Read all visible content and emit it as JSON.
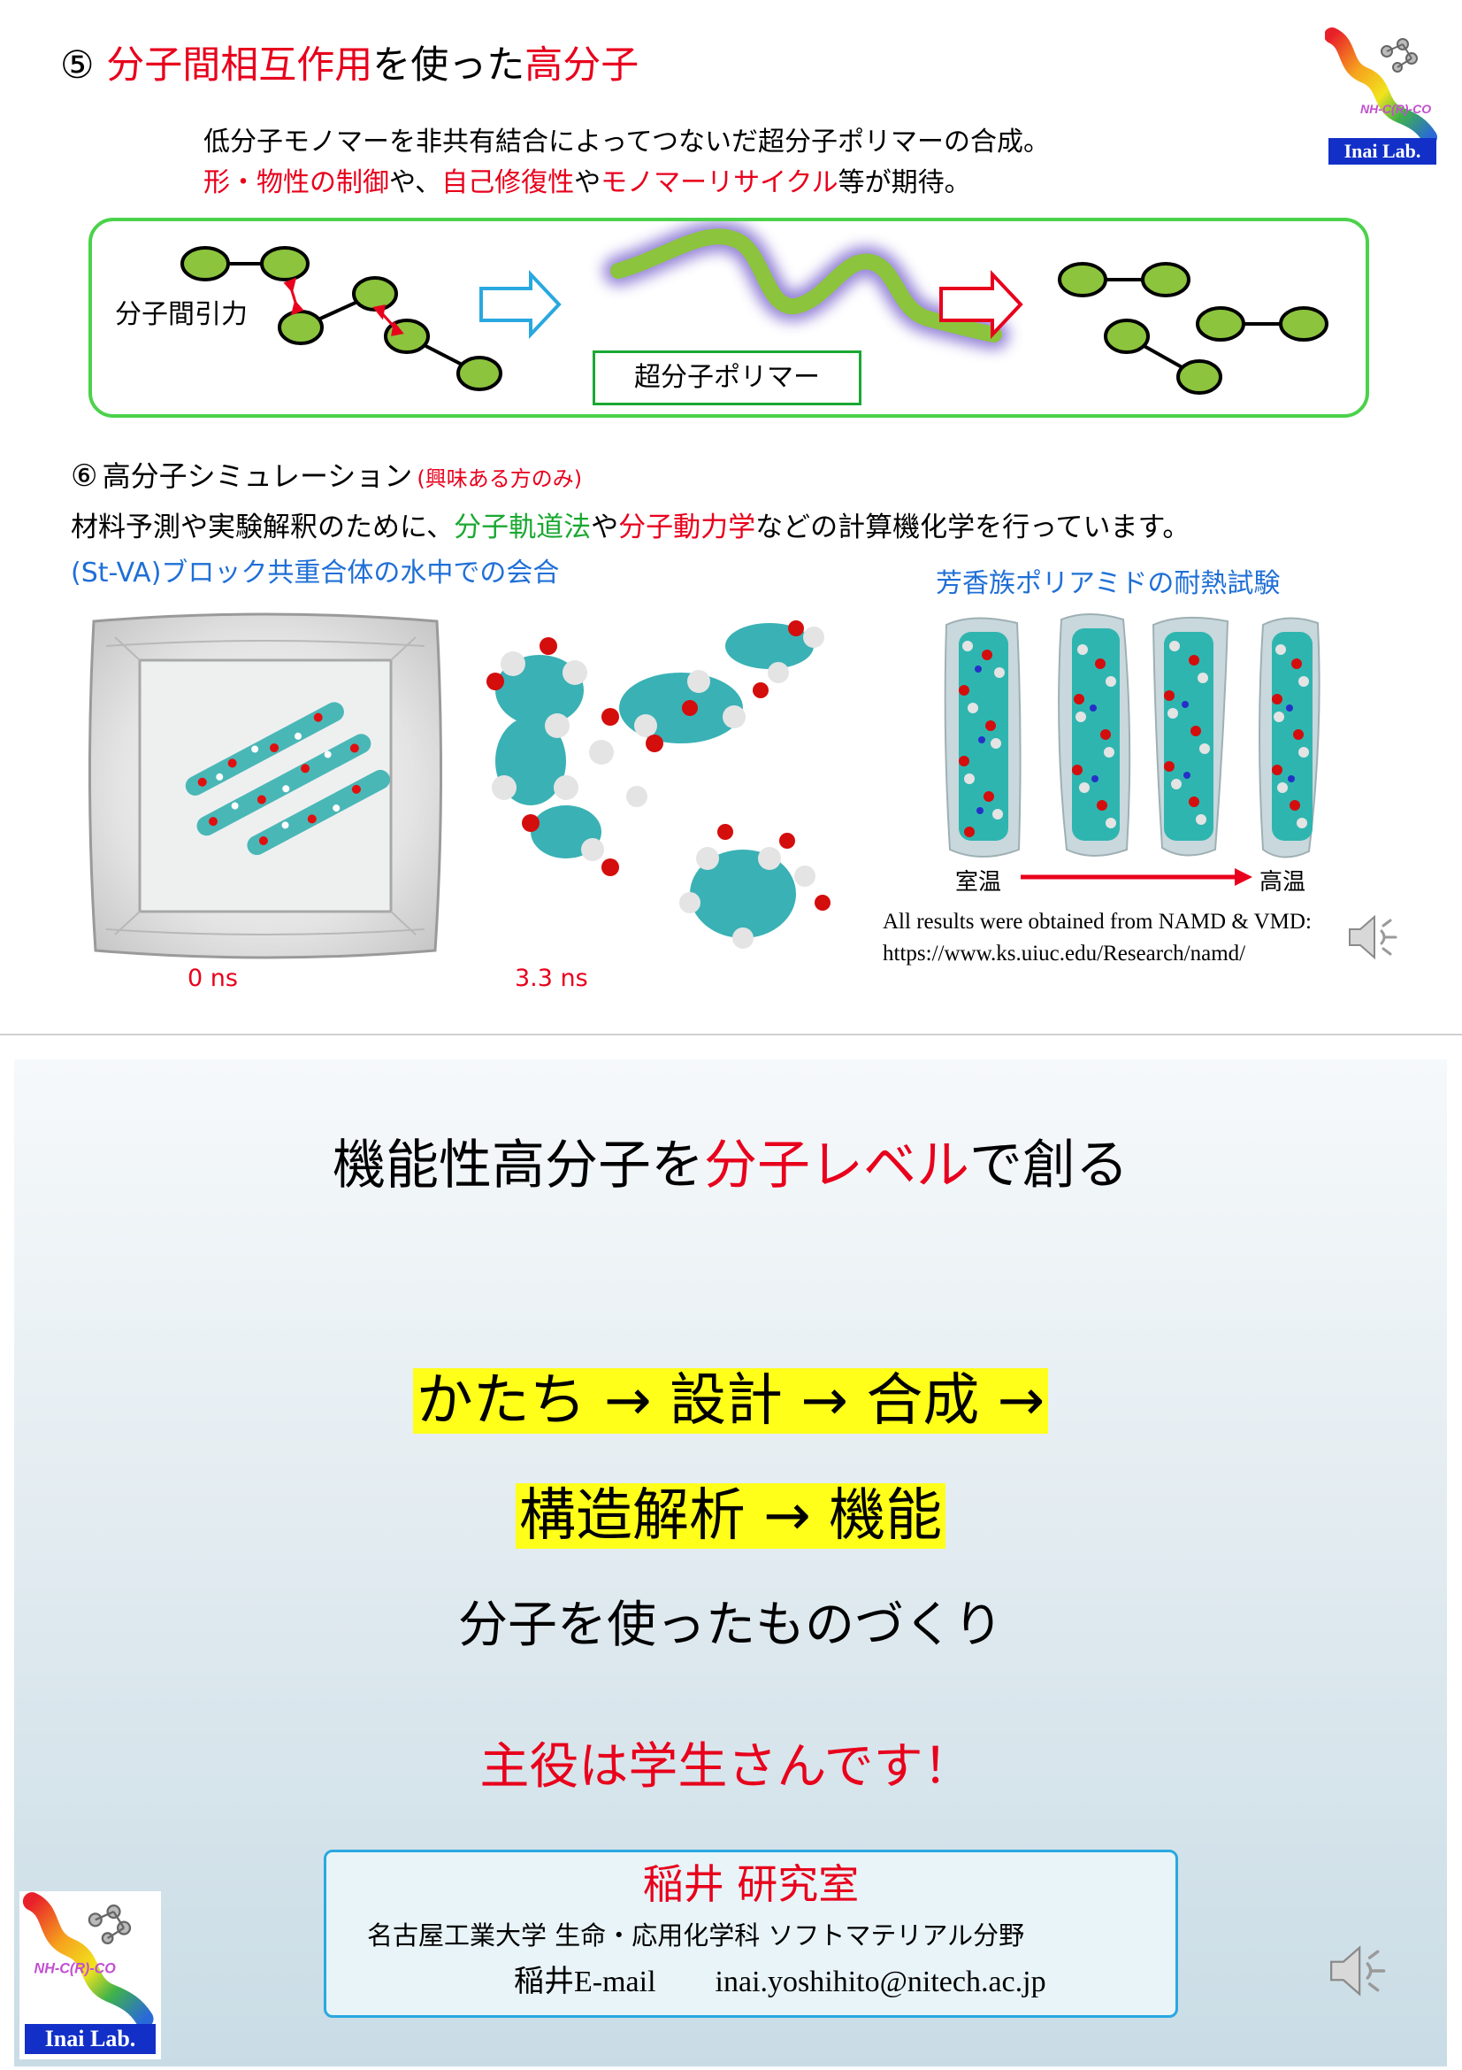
{
  "slide1": {
    "title": {
      "num": "⑤",
      "p1": "分子間相互作用",
      "p2": "を使った",
      "p3": "高分子"
    },
    "desc_line1": "低分子モノマーを非共有結合によってつないだ超分子ポリマーの合成。",
    "desc_line2": {
      "a": "形・物性の制御",
      "b": "や、",
      "c": "自己修復性",
      "d": "や",
      "e": "モノマーリサイクル",
      "f": "等が期待。"
    },
    "diagram": {
      "label_force": "分子間引力",
      "label_polymer": "超分子ポリマー"
    },
    "sec6": {
      "num": "⑥",
      "title": "高分子シミュレーション",
      "note": "(興味ある方のみ)"
    },
    "sim_line": {
      "a": "材料予測や実験解釈のために、",
      "b": "分子軌道法",
      "c": "や",
      "d": "分子動力学",
      "e": "などの計算機化学を行っています。"
    },
    "left_caption": "(St-VA)ブロック共重合体の水中での会合",
    "right_caption": "芳香族ポリアミドの耐熱試験",
    "time0": "0 ns",
    "time1": "3.3 ns",
    "temp_low": "室温",
    "temp_high": "高温",
    "credit1": "All results were obtained from NAMD & VMD:",
    "credit2": "https://www.ks.uiuc.edu/Research/namd/",
    "logo_text": "NH-C(R)-CO",
    "lab": "Inai Lab."
  },
  "slide2": {
    "headline": {
      "a": "機能性高分子を",
      "b": "分子レベル",
      "c": "で創る"
    },
    "flow1": "かたち → 設計 →  合成 →",
    "flow2": "構造解析 → 機能",
    "monozukuri": "分子を使ったものづくり",
    "students": "主役は学生さんです！",
    "lab_name": "稲井 研究室",
    "affiliation": "名古屋工業大学 生命・応用化学科 ソフトマテリアル分野",
    "email_label": "稲井E-mail",
    "email": "inai.yoshihito@nitech.ac.jp",
    "logo_text": "NH-C(R)-CO",
    "lab": "Inai Lab."
  },
  "colors": {
    "accent_red": "#e8001c",
    "accent_green": "#1aa832",
    "accent_blue": "#1f6fd6",
    "highlight": "#ffff1a"
  },
  "icons": [
    "speaker-icon",
    "lab-logo-icon",
    "arrow-right-icon"
  ]
}
